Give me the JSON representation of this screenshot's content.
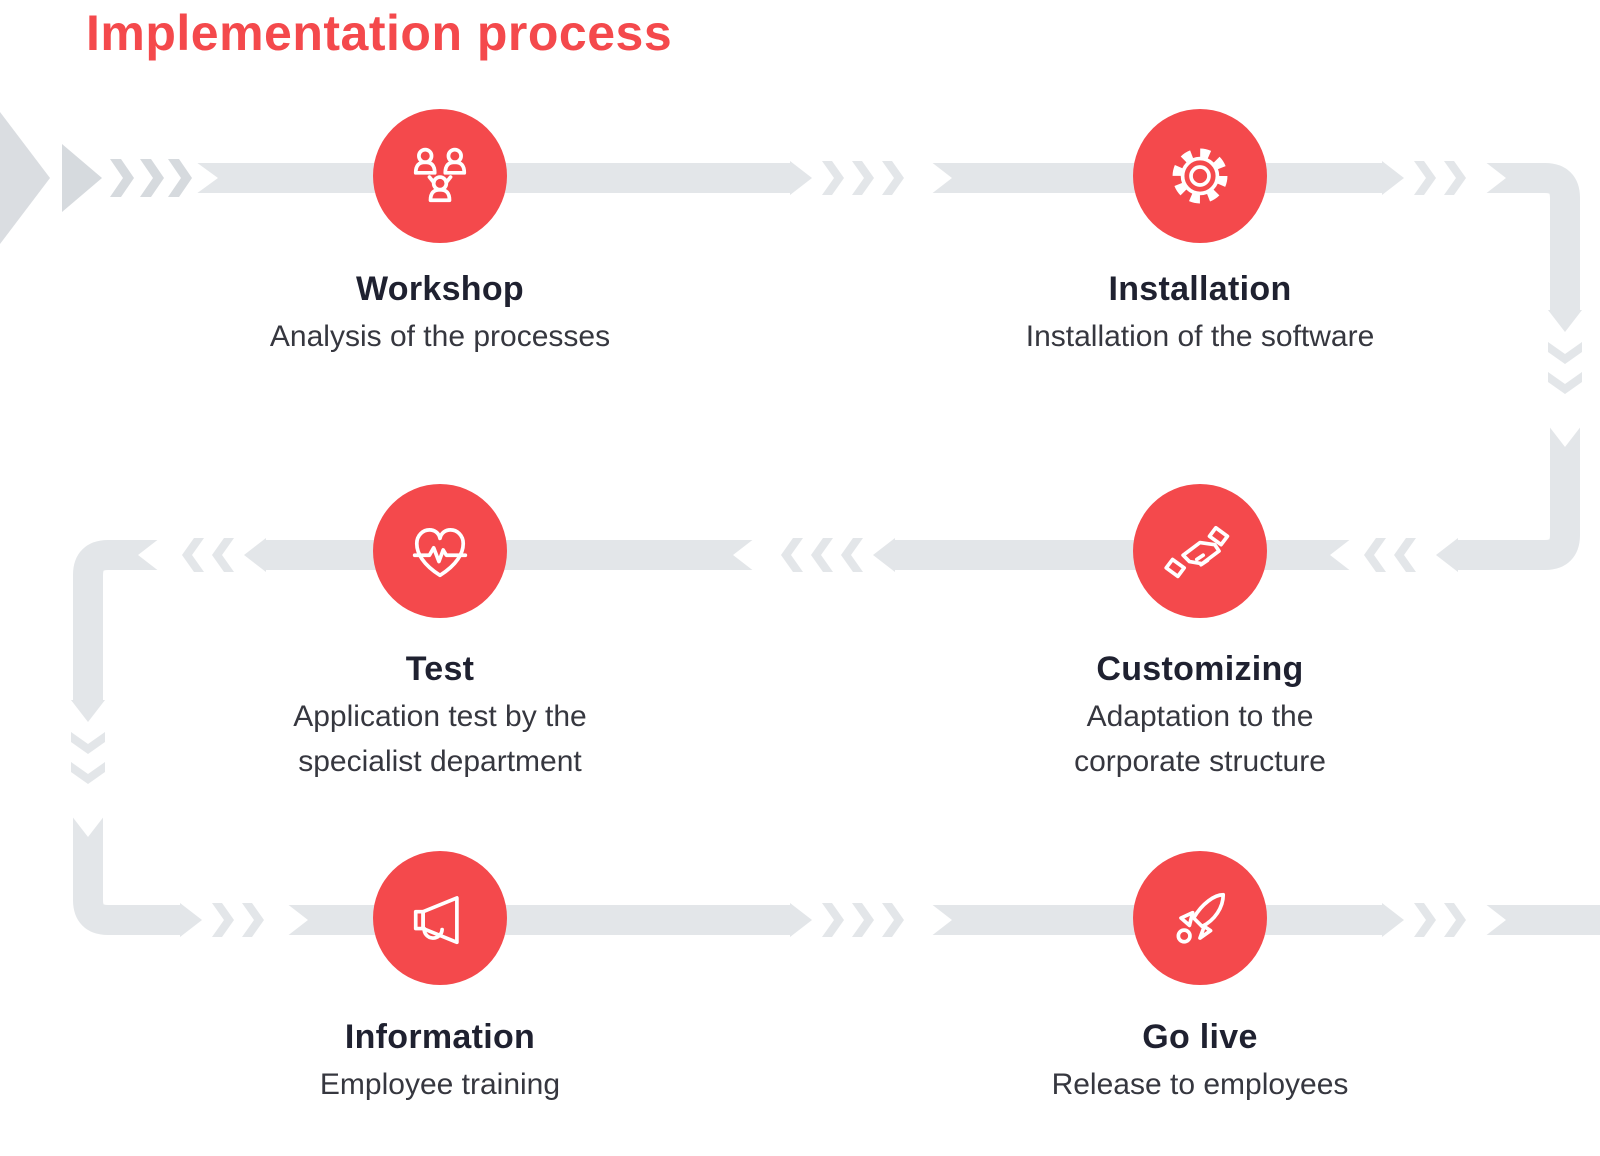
{
  "page_title": "Implementation process",
  "colors": {
    "accent_red": "#F4494C",
    "band_gray": "#E3E6E9",
    "chevron_gray": "#D6DADE",
    "heading_dark": "#1F2130",
    "body_text": "#36373F",
    "icon_stroke": "#FFFFFF"
  },
  "steps": [
    {
      "name": "Workshop",
      "icon": "people-group-icon",
      "description": "Analysis of the processes",
      "description_lines": [
        "Analysis of the processes"
      ]
    },
    {
      "name": "Installation",
      "icon": "gear-icon",
      "description": "Installation of the software",
      "description_lines": [
        "Installation of the software"
      ]
    },
    {
      "name": "Customizing",
      "icon": "handshake-icon",
      "description": "Adaptation to the corporate structure",
      "description_lines": [
        "Adaptation to the",
        "corporate structure"
      ]
    },
    {
      "name": "Test",
      "icon": "heart-pulse-icon",
      "description": "Application test by the specialist department",
      "description_lines": [
        "Application test by the",
        "specialist department"
      ]
    },
    {
      "name": "Information",
      "icon": "megaphone-icon",
      "description": "Employee training",
      "description_lines": [
        "Employee training"
      ]
    },
    {
      "name": "Go live",
      "icon": "rocket-icon",
      "description": "Release to employees",
      "description_lines": [
        "Release to employees"
      ]
    }
  ]
}
